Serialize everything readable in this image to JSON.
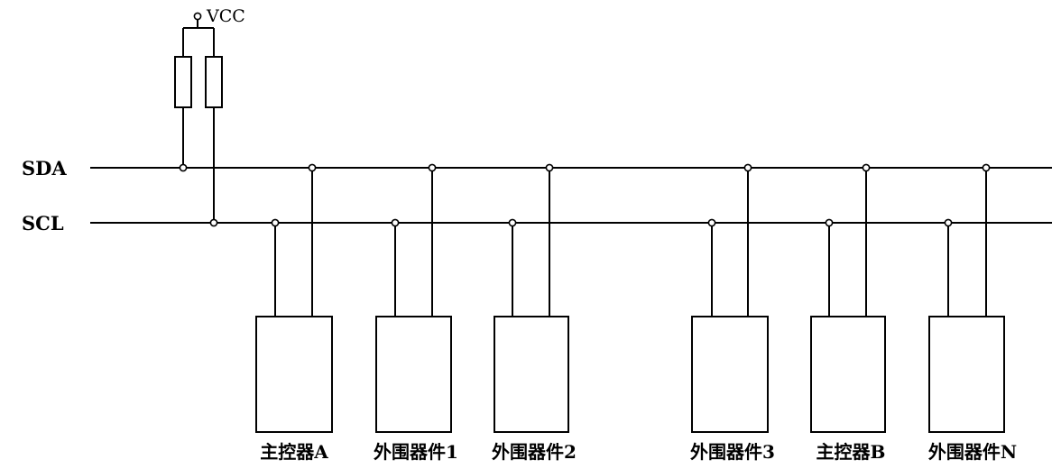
{
  "supply": {
    "label": "VCC"
  },
  "buses": {
    "sda": {
      "label": "SDA"
    },
    "scl": {
      "label": "SCL"
    }
  },
  "devices": [
    {
      "label": "主控器A"
    },
    {
      "label": "外围器件1"
    },
    {
      "label": "外围器件2"
    },
    {
      "label": "外围器件3"
    },
    {
      "label": "主控器B"
    },
    {
      "label": "外围器件N"
    }
  ]
}
